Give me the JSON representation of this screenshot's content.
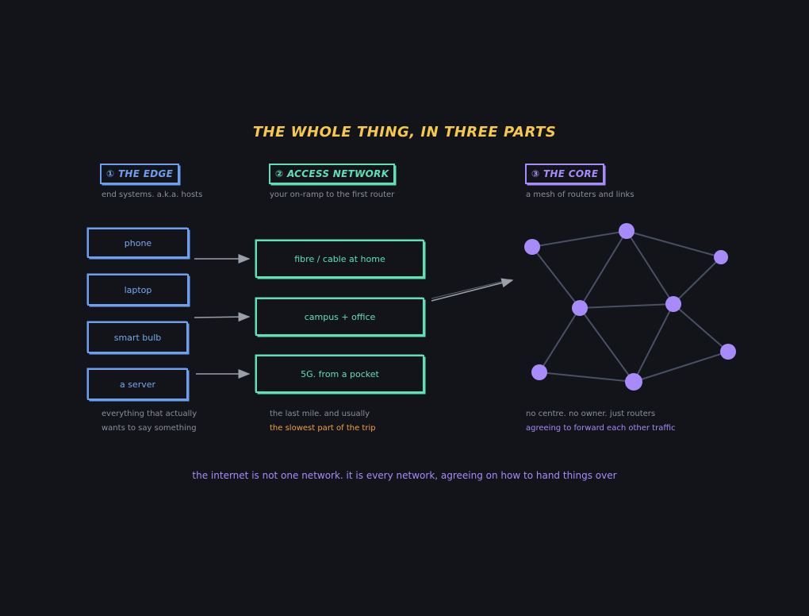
{
  "title": "THE WHOLE THING, IN THREE PARTS",
  "colors": {
    "edge": "#6e9ef0",
    "access": "#5de0b4",
    "core": "#a78bfa",
    "title": "#f5c84c",
    "highlight_orange": "#f0a040",
    "arrow": "#9aa0aa",
    "link": "#4a5064"
  },
  "sections": [
    {
      "heading": "① THE EDGE",
      "subtitle": "end systems. a.k.a. hosts",
      "nodes": [
        "phone",
        "laptop",
        "smart bulb",
        "a server"
      ],
      "footer": [
        "everything that actually",
        "wants to say something"
      ]
    },
    {
      "heading": "② ACCESS NETWORK",
      "subtitle": "your on-ramp to the first router",
      "nodes": [
        "fibre / cable at home",
        "campus + office",
        "5G. from a pocket"
      ],
      "footer": [
        "the last mile. and usually",
        "the slowest part of the trip"
      ]
    },
    {
      "heading": "③ THE CORE",
      "subtitle": "a mesh of routers and links",
      "footer": [
        "no centre. no owner. just routers",
        "agreeing to forward each other traffic"
      ]
    }
  ],
  "tagline": "the internet is not one network. it is every network, agreeing on how to hand things over"
}
